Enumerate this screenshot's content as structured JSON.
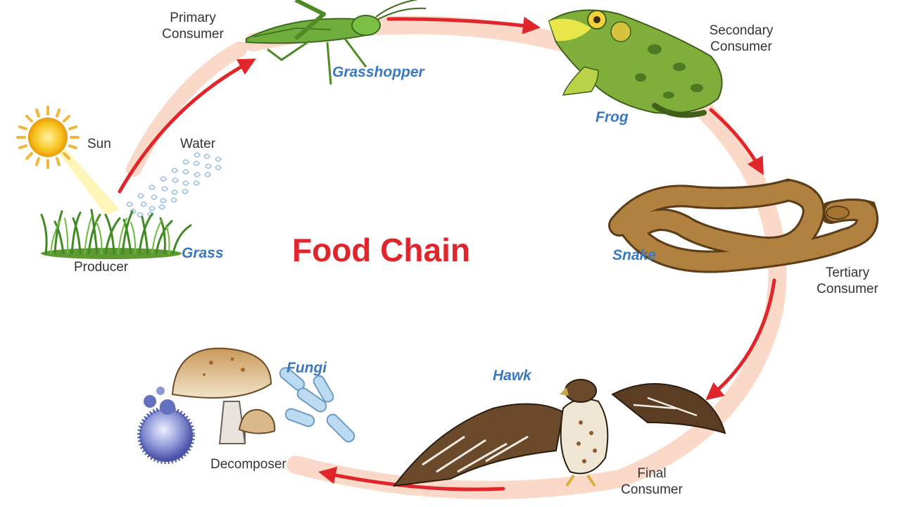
{
  "title": "Food Chain",
  "labels": {
    "sun": "Sun",
    "water": "Water",
    "producer": "Producer",
    "primary_line1": "Primary",
    "primary_line2": "Consumer",
    "secondary_line1": "Secondary",
    "secondary_line2": "Consumer",
    "tertiary_line1": "Tertiary",
    "tertiary_line2": "Consumer",
    "final_line1": "Final",
    "final_line2": "Consumer",
    "decomposer": "Decomposer"
  },
  "organisms": {
    "grass": "Grass",
    "grasshopper": "Grasshopper",
    "frog": "Frog",
    "snake": "Snake",
    "hawk": "Hawk",
    "fungi": "Fungi"
  },
  "colors": {
    "title": "#e0262b",
    "organism_names": "#3a78c2",
    "arrow": "#e0262b",
    "ring": "#fbd9c8"
  }
}
